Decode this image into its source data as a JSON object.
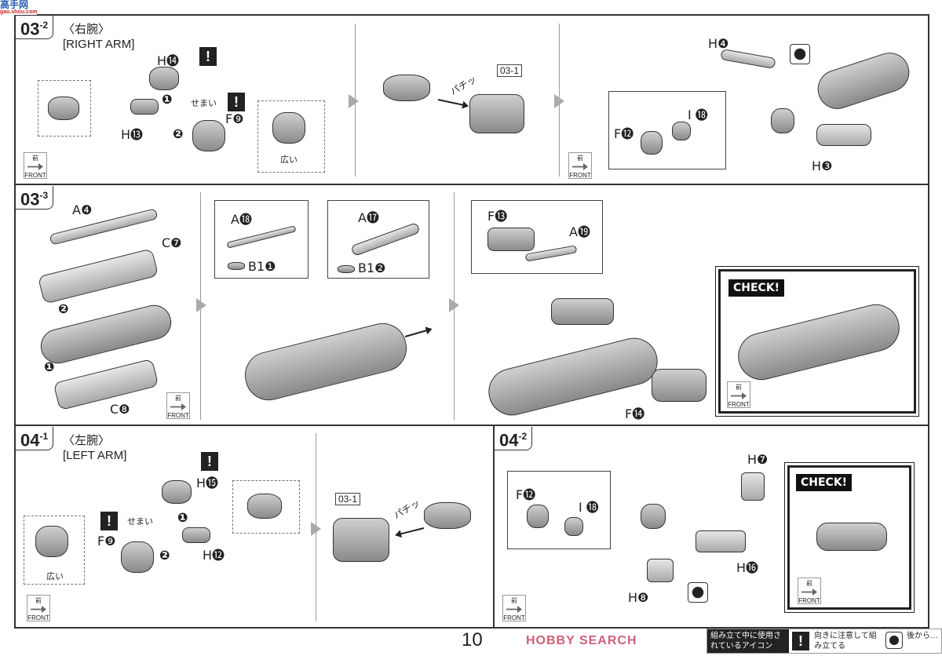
{
  "logo": {
    "text": "高手网",
    "sub": "gao.shou.com"
  },
  "page_number": "10",
  "sections": {
    "s03_2": {
      "step": "03",
      "sub": "2",
      "title_jp": "〈右腕〉",
      "title_en": "[RIGHT ARM]",
      "labels": {
        "h14": "H⓮",
        "h13": "H⓭",
        "f9": "F❾",
        "semai": "せまい",
        "hiroi": "広い",
        "h4": "H❹",
        "h3": "H❸",
        "f12": "F⓬",
        "i18": "I ⓲",
        "ref": "03-1",
        "sfx": "パチッ"
      }
    },
    "s03_3": {
      "step": "03",
      "sub": "3",
      "labels": {
        "a4": "A❹",
        "c7": "C❼",
        "c8": "C❽",
        "a18": "A⓲",
        "b1_1": "B1❶",
        "a17": "A⓱",
        "b1_2": "B1❷",
        "f13": "F⓭",
        "a19": "A⓳",
        "f14": "F⓮"
      },
      "check": "CHECK!"
    },
    "s04_1": {
      "step": "04",
      "sub": "1",
      "title_jp": "〈左腕〉",
      "title_en": "[LEFT ARM]",
      "labels": {
        "h15": "H⓯",
        "h12": "H⓬",
        "f9": "F❾",
        "semai": "せまい",
        "hiroi": "広い",
        "ref": "03-1",
        "sfx": "パチッ"
      }
    },
    "s04_2": {
      "step": "04",
      "sub": "2",
      "labels": {
        "h7": "H❼",
        "f12": "F⓬",
        "i18": "I ⓲",
        "h16": "H⓰",
        "h8": "H❽"
      },
      "check": "CHECK!"
    }
  },
  "front_icon": {
    "jp": "前",
    "en": "FRONT"
  },
  "steps": {
    "one": "❶",
    "two": "❷"
  },
  "legend": {
    "title": "組み立て中に使用されているアイコン",
    "warn_icon": "!",
    "warn_text": "向きに注意して組み立てる",
    "later_text": "後から…"
  },
  "watermark": "HOBBY SEARCH"
}
